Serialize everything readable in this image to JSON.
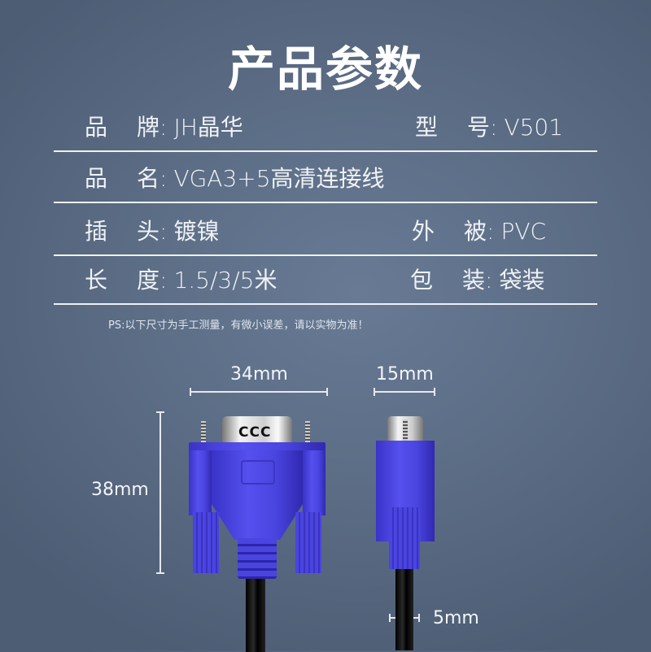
{
  "title": "产品参数",
  "specs": [
    {
      "left": {
        "k1": "品",
        "k2": "牌",
        "colon": ":",
        "value": "JH晶华"
      },
      "right": {
        "k1": "型",
        "k2": "号",
        "colon": ":",
        "value": "V501"
      }
    },
    {
      "left": {
        "k1": "品",
        "k2": "名",
        "colon": ":",
        "value": "VGA3+5高清连接线"
      }
    },
    {
      "left": {
        "k1": "插",
        "k2": "头",
        "colon": ":",
        "value": "镀镍"
      },
      "right": {
        "k1": "外",
        "k2": "被",
        "colon": ":",
        "value": "PVC"
      }
    },
    {
      "left": {
        "k1": "长",
        "k2": "度",
        "colon": ":",
        "value": "1.5/3/5米"
      },
      "right": {
        "k1": "包",
        "k2": "装",
        "colon": ":",
        "value": "袋装"
      }
    }
  ],
  "note": "PS:以下尺寸为手工测量，有微小误差，请以实物为准！",
  "dimensions": {
    "front_width": "34mm",
    "side_width": "15mm",
    "height": "38mm",
    "cable_diameter": "5mm"
  },
  "connector_label": "CCC",
  "colors": {
    "connector_blue": "#4a44e0",
    "cable": "#111111",
    "background": "#5d6e87"
  }
}
